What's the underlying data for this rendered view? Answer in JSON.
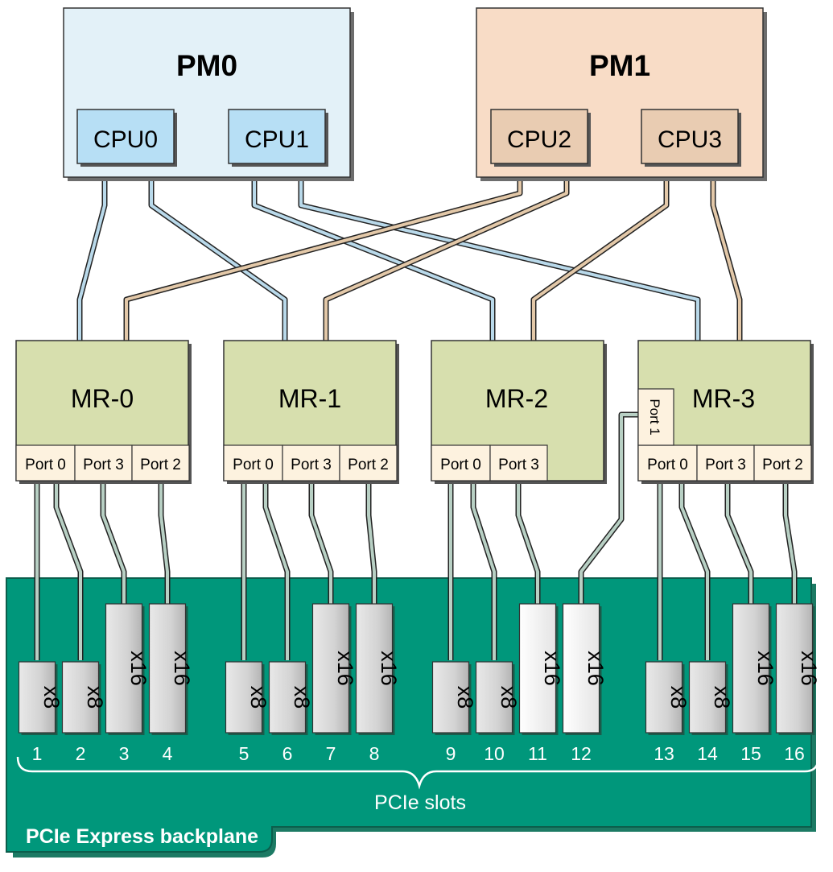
{
  "processor_modules": [
    {
      "name": "PM0",
      "cpus": [
        "CPU0",
        "CPU1"
      ]
    },
    {
      "name": "PM1",
      "cpus": [
        "CPU2",
        "CPU3"
      ]
    }
  ],
  "modular_risers": [
    {
      "name": "MR-0",
      "ports": [
        "Port 0",
        "Port 3",
        "Port 2"
      ]
    },
    {
      "name": "MR-1",
      "ports": [
        "Port 0",
        "Port 3",
        "Port 2"
      ]
    },
    {
      "name": "MR-2",
      "ports": [
        "Port 0",
        "Port 3"
      ]
    },
    {
      "name": "MR-3",
      "ports": [
        "Port 0",
        "Port 3",
        "Port 2"
      ],
      "side_port": "Port 1"
    }
  ],
  "slots": [
    {
      "number": "1",
      "width": "x8"
    },
    {
      "number": "2",
      "width": "x8"
    },
    {
      "number": "3",
      "width": "x16"
    },
    {
      "number": "4",
      "width": "x16"
    },
    {
      "number": "5",
      "width": "x8"
    },
    {
      "number": "6",
      "width": "x8"
    },
    {
      "number": "7",
      "width": "x16"
    },
    {
      "number": "8",
      "width": "x16"
    },
    {
      "number": "9",
      "width": "x8"
    },
    {
      "number": "10",
      "width": "x8"
    },
    {
      "number": "11",
      "width": "x16"
    },
    {
      "number": "12",
      "width": "x16"
    },
    {
      "number": "13",
      "width": "x8"
    },
    {
      "number": "14",
      "width": "x8"
    },
    {
      "number": "15",
      "width": "x16"
    },
    {
      "number": "16",
      "width": "x16"
    }
  ],
  "slots_label": "PCIe slots",
  "backplane_label": "PCIe Express backplane",
  "colors": {
    "pm0_fill": "#e3f1f8",
    "pm1_fill": "#f8dcc6",
    "cpu_blue": "#b7dff5",
    "cpu_tan": "#e9ccb2",
    "mr_fill": "#d7dfae",
    "port_fill": "#fdf2df",
    "backplane": "#00977b",
    "link_blue": "#b9d9ea",
    "link_tan": "#e3c8a8",
    "link_green": "#b8d0c4"
  }
}
